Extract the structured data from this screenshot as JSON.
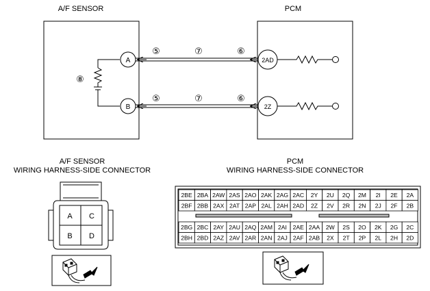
{
  "titles": {
    "af_sensor": "A/F SENSOR",
    "pcm": "PCM"
  },
  "circuit": {
    "af_terminals": [
      "A",
      "B"
    ],
    "pcm_terminals": [
      "2AD",
      "2Z"
    ],
    "callouts": [
      "⑤",
      "⑦",
      "⑥",
      "⑤",
      "⑦",
      "⑥",
      "⑧"
    ]
  },
  "af_connector": {
    "title_line1": "A/F SENSOR",
    "title_line2": "WIRING HARNESS-SIDE CONNECTOR",
    "pins": [
      "A",
      "C",
      "B",
      "D"
    ]
  },
  "pcm_connector": {
    "title_line1": "PCM",
    "title_line2": "WIRING HARNESS-SIDE CONNECTOR",
    "upper_rows": [
      [
        "2BE",
        "2BA",
        "2AW",
        "2AS",
        "2AO",
        "2AK",
        "2AG",
        "2AC",
        "2Y",
        "2U",
        "2Q",
        "2M",
        "2I",
        "2E",
        "2A"
      ],
      [
        "2BF",
        "2BB",
        "2AX",
        "2AT",
        "2AP",
        "2AL",
        "2AH",
        "2AD",
        "2Z",
        "2V",
        "2R",
        "2N",
        "2J",
        "2F",
        "2B"
      ]
    ],
    "lower_rows": [
      [
        "2BG",
        "2BC",
        "2AY",
        "2AU",
        "2AQ",
        "2AM",
        "2AI",
        "2AE",
        "2AA",
        "2W",
        "2S",
        "2O",
        "2K",
        "2G",
        "2C"
      ],
      [
        "2BH",
        "2BD",
        "2AZ",
        "2AV",
        "2AR",
        "2AN",
        "2AJ",
        "2AF",
        "2AB",
        "2X",
        "2T",
        "2P",
        "2L",
        "2H",
        "2D"
      ]
    ]
  }
}
